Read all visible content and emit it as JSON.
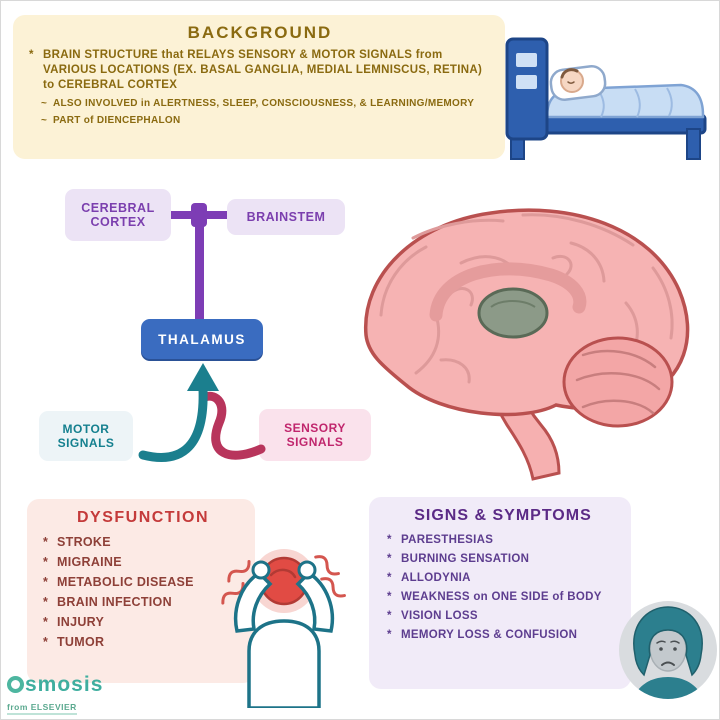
{
  "background": {
    "title": "BACKGROUND",
    "main_point": "BRAIN STRUCTURE that RELAYS SENSORY & MOTOR SIGNALS from VARIOUS LOCATIONS (EX. BASAL GANGLIA, MEDIAL LEMNISCUS, RETINA) to CEREBRAL CORTEX",
    "sub_points": [
      "ALSO INVOLVED in ALERTNESS, SLEEP, CONSCIOUSNESS, & LEARNING/MEMORY",
      "PART of DIENCEPHALON"
    ]
  },
  "diagram": {
    "nodes": {
      "cerebral_cortex": "CEREBRAL CORTEX",
      "brainstem": "BRAINSTEM",
      "thalamus": "THALAMUS",
      "motor_signals": "MOTOR SIGNALS",
      "sensory_signals": "SENSORY SIGNALS"
    }
  },
  "dysfunction": {
    "title": "DYSFUNCTION",
    "items": [
      "STROKE",
      "MIGRAINE",
      "METABOLIC DISEASE",
      "BRAIN INFECTION",
      "INJURY",
      "TUMOR"
    ]
  },
  "signs_symptoms": {
    "title": "SIGNS & SYMPTOMS",
    "items": [
      "PARESTHESIAS",
      "BURNING SENSATION",
      "ALLODYNIA",
      "WEAKNESS on ONE SIDE of BODY",
      "VISION LOSS",
      "MEMORY LOSS & CONFUSION"
    ]
  },
  "bullets": {
    "star": "*",
    "tilde": "~"
  },
  "logo": {
    "name": "smosis",
    "tagline": "from ELSEVIER"
  },
  "colors": {
    "background_box": "#fcf2d6",
    "background_text": "#8a6a10",
    "purple_box": "#ece3f5",
    "purple_text": "#7b3fae",
    "connector_purple": "#7d3db5",
    "thalamus_blue": "#3a6cc0",
    "teal": "#15808f",
    "magenta": "#c0266d",
    "dysfunction_bg": "#fceae5",
    "dysfunction_title": "#c43a3a",
    "dysfunction_text": "#8e4038",
    "symptoms_bg": "#f1ebf8",
    "symptoms_title": "#5b2a86",
    "symptoms_text": "#5d3d8f",
    "brain_pink": "#f6b3b3",
    "brain_outline": "#b9504f",
    "thalamus_highlight": "#8c9a88",
    "logo_teal": "#3fae9f"
  }
}
